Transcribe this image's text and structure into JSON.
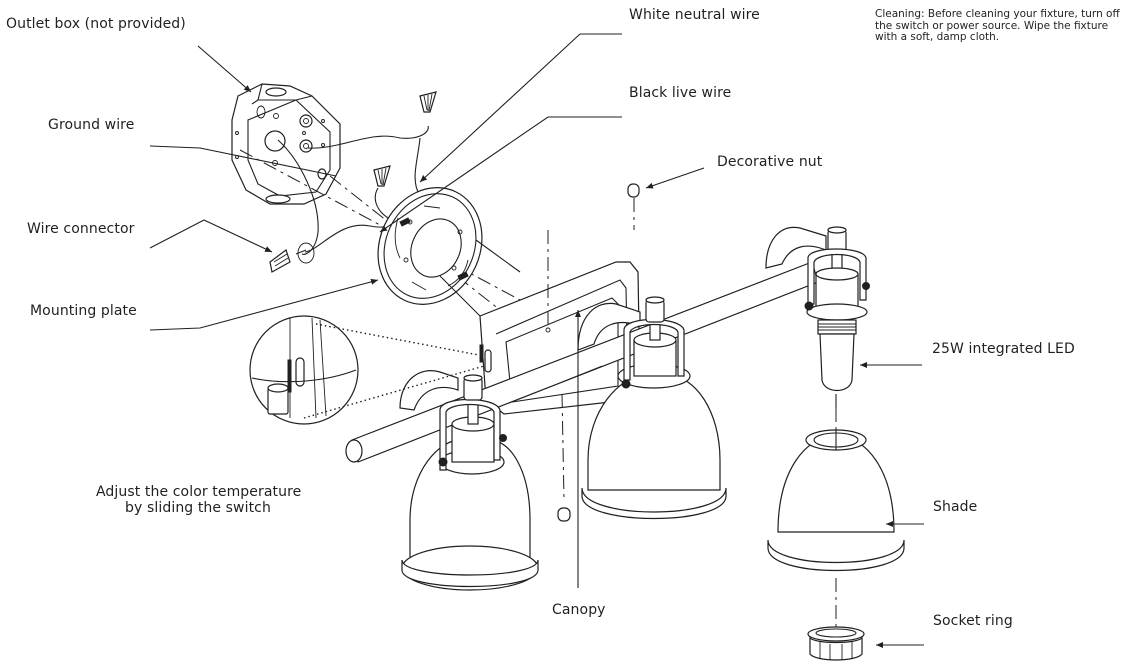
{
  "diagram": {
    "type": "exploded-assembly-diagram",
    "subject": "Three-light vanity fixture with bell shades",
    "note": "Cleaning: Before cleaning your fixture, turn off the switch or power source. Wipe the fixture with a soft, damp cloth.",
    "labels": {
      "outlet_box": "Outlet box (not provided)",
      "ground_wire": "Ground wire",
      "wire_connector": "Wire connector",
      "mounting_plate": "Mounting plate",
      "white_neutral_wire": "White neutral wire",
      "black_live_wire": "Black live wire",
      "decorative_nut": "Decorative nut",
      "integrated_led": "25W integrated LED",
      "shade": "Shade",
      "socket_ring": "Socket ring",
      "canopy": "Canopy",
      "color_temp_line1": "Adjust the color temperature",
      "color_temp_line2": "by sliding the switch"
    },
    "accent_color": "#231f20"
  }
}
